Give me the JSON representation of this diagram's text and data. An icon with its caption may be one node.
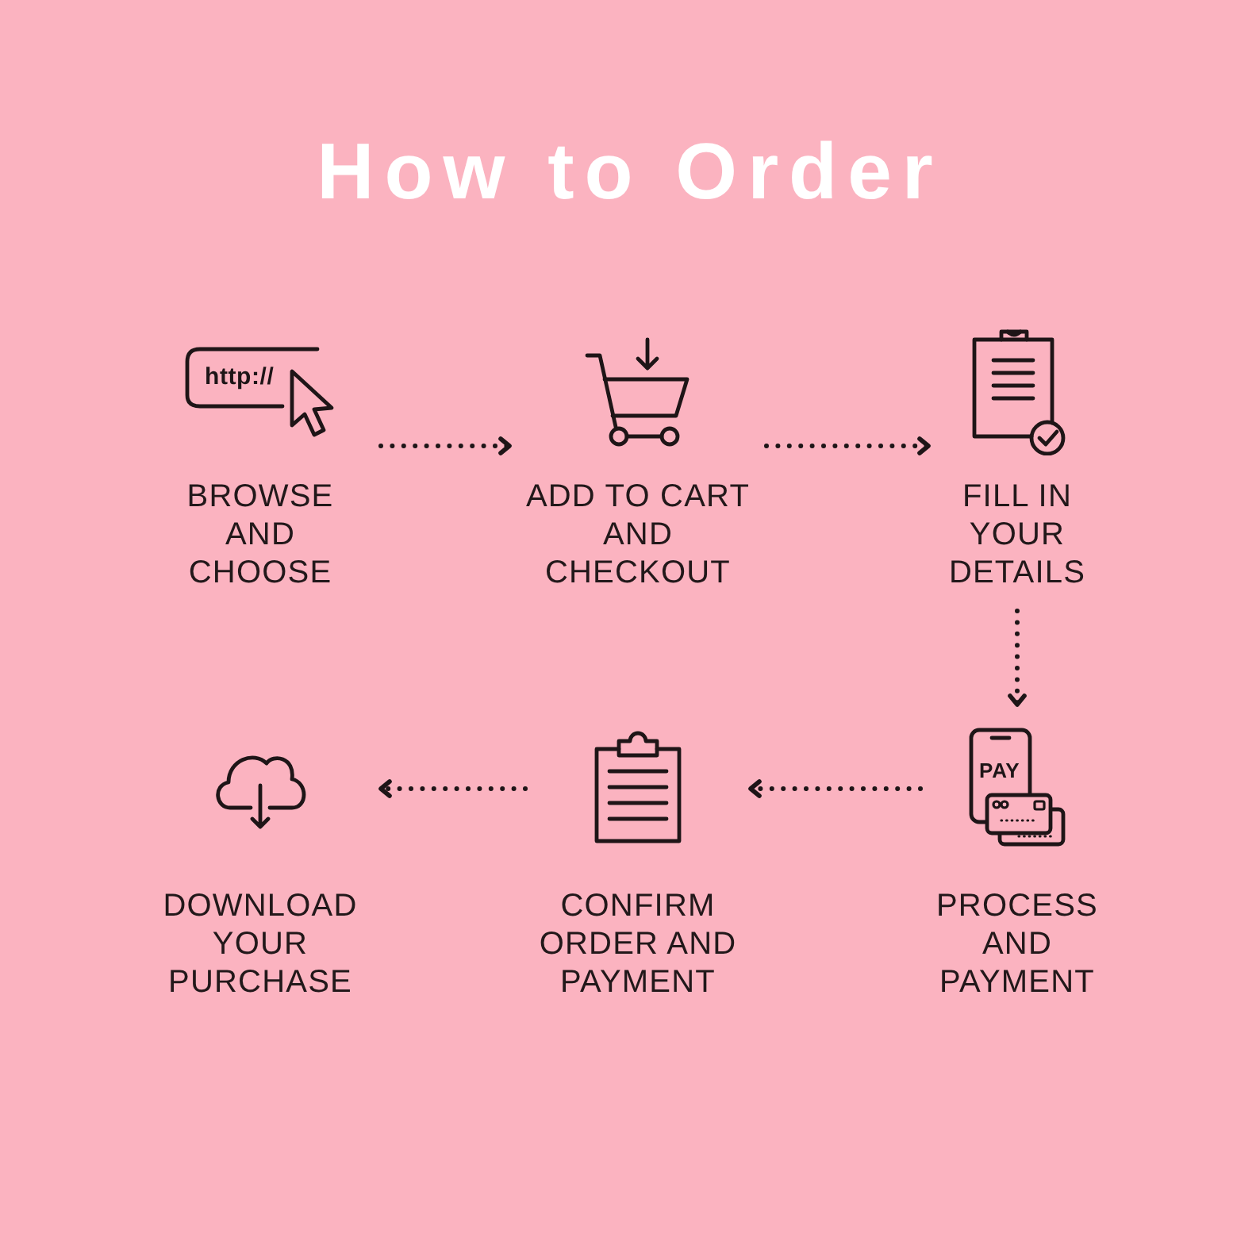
{
  "diagram": {
    "title": "How to Order",
    "nodes": [
      {
        "text": [
          "BROWSE AND CHOOSE"
        ]
      },
      {
        "text": [
          "ADD TO CART AND CHECKOUT"
        ]
      },
      {
        "text": [
          "FILL IN YOUR DETAILS"
        ]
      },
      {
        "text": [
          "PROCESS AND PAYMENT"
        ]
      },
      {
        "text": [
          "CONFIRM ORDER AND PAYMENT"
        ]
      },
      {
        "text": [
          "DOWNLOAD YOUR PURCHASE"
        ]
      }
    ],
    "edges": [
      {
        "from": 0,
        "to": 1,
        "arrow": "to"
      },
      {
        "from": 1,
        "to": 2,
        "arrow": "to"
      },
      {
        "from": 2,
        "to": 3,
        "arrow": "to"
      },
      {
        "from": 3,
        "to": 4,
        "arrow": "to"
      },
      {
        "from": 4,
        "to": 5,
        "arrow": "to"
      }
    ],
    "labels": [
      "http://",
      "PAY"
    ]
  }
}
